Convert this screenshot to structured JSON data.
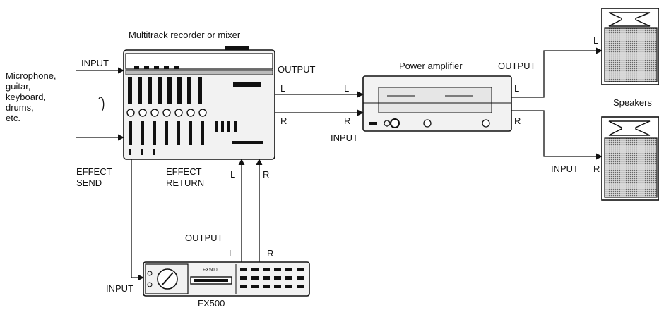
{
  "labels": {
    "recorder_title": "Multitrack recorder or mixer",
    "recorder_input": "INPUT",
    "sources": [
      "Microphone,",
      "guitar,",
      "keyboard,",
      "drums,",
      "etc."
    ],
    "recorder_output": "OUTPUT",
    "out_l": "L",
    "out_r": "R",
    "amp_title": "Power amplifier",
    "amp_in_l": "L",
    "amp_in_r": "R",
    "amp_input": "INPUT",
    "amp_output": "OUTPUT",
    "amp_out_l": "L",
    "amp_out_r": "R",
    "speakers": "Speakers",
    "speaker_l": "L",
    "speaker_input": "INPUT",
    "speaker_r": "R",
    "effect_send": [
      "EFFECT",
      "SEND"
    ],
    "effect_return": [
      "EFFECT",
      "RETURN"
    ],
    "ret_l": "L",
    "ret_r": "R",
    "fx_output": "OUTPUT",
    "fx_out_l": "L",
    "fx_out_r": "R",
    "fx_input": "INPUT",
    "fx_name": "FX500",
    "fx_panel_name": "FX500"
  }
}
